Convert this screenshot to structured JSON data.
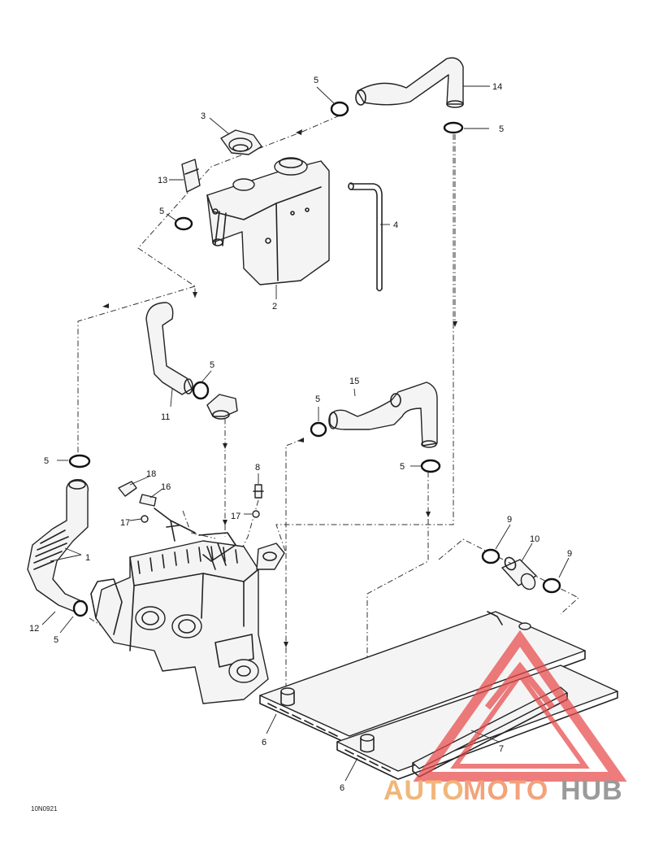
{
  "figure_id": "10N0921",
  "callouts": {
    "c1": "1",
    "c2": "2",
    "c3": "3",
    "c4": "4",
    "c5": "5",
    "c6": "6",
    "c7": "7",
    "c8": "8",
    "c9": "9",
    "c10": "10",
    "c11": "11",
    "c12": "12",
    "c13": "13",
    "c14": "14",
    "c15": "15",
    "c16": "16",
    "c17": "17",
    "c18": "18"
  },
  "watermark": {
    "part1": "AUTO",
    "part2": "MOTO",
    "part3": "HUB",
    "color1": "#f0b67a",
    "color2": "#f3a27a",
    "color3": "#9a9a9a",
    "logo_color": "#e84a4a"
  }
}
